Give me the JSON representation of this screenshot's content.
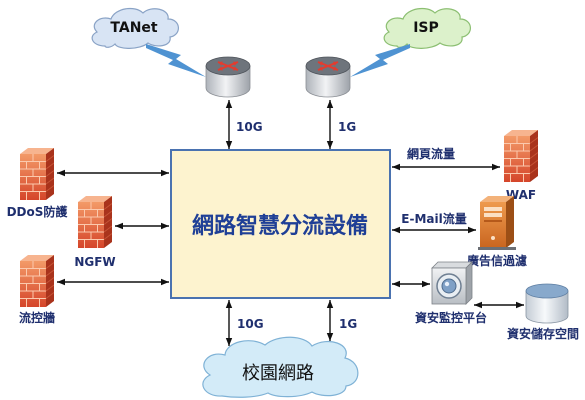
{
  "diagram": {
    "center_device": "網路智慧分流設備",
    "clouds": {
      "tanet": "TANet",
      "isp": "ISP",
      "campus": "校園網路"
    },
    "uplinks": {
      "tanet_bandwidth": "10G",
      "isp_bandwidth": "1G"
    },
    "downlinks": {
      "campus_bandwidth_left": "10G",
      "campus_bandwidth_right": "1G"
    },
    "traffic_labels": {
      "web": "網頁流量",
      "email": "E-Mail流量"
    },
    "devices": {
      "ddos": "DDoS防護",
      "ngfw": "NGFW",
      "flow_control": "流控牆",
      "waf": "WAF",
      "spam_filter": "廣告信過濾",
      "security_monitor": "資安監控平台",
      "security_storage": "資安儲存空間"
    }
  },
  "icons": {
    "cloud": "cloud-icon",
    "lightning": "lightning-icon",
    "router": "router-icon",
    "firewall": "firewall-icon",
    "server": "server-icon",
    "monitor": "monitoring-device-icon",
    "storage": "storage-drum-icon"
  },
  "colors": {
    "box_fill": "#fdf3cf",
    "box_border": "#4a72b0",
    "title": "#1f3f96",
    "label": "#1f2f6e",
    "tanet_cloud": "#d8e4f4",
    "isp_cloud": "#dcf1cb",
    "campus_cloud": "#d3ebf8",
    "lightning": "#4f93d2"
  }
}
